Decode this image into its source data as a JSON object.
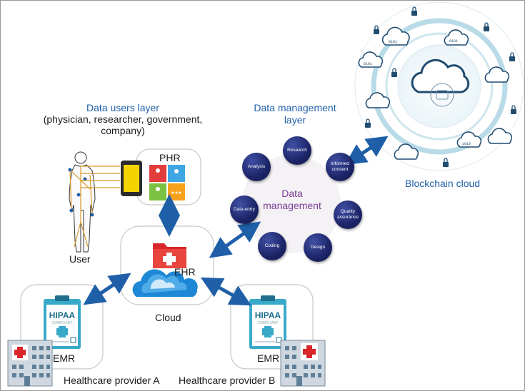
{
  "users_layer": {
    "title": "Data users layer",
    "subtitle": "(physician, researcher, government,\ncompany)",
    "user_label": "User"
  },
  "phr": {
    "label": "PHR"
  },
  "cloud_hub": {
    "ehr_label": "EHR",
    "cloud_label": "Cloud"
  },
  "data_management": {
    "layer_title": "Data management\nlayer",
    "center_label": "Data\nmanagement",
    "nodes": [
      {
        "label": "Research"
      },
      {
        "label": "Informed consent"
      },
      {
        "label": "Quality assurance"
      },
      {
        "label": "Design"
      },
      {
        "label": "Coding"
      },
      {
        "label": "Data entry"
      },
      {
        "label": "Analysis"
      }
    ]
  },
  "blockchain": {
    "label": "Blockchain cloud"
  },
  "providers": [
    {
      "name": "Healthcare provider A",
      "emr_label": "EMR",
      "badge_title": "HIPAA",
      "badge_subtitle": "COMPLIANT"
    },
    {
      "name": "Healthcare provider B",
      "emr_label": "EMR",
      "badge_title": "HIPAA",
      "badge_subtitle": "COMPLIANT"
    }
  ],
  "colors": {
    "arrow": "#1f5fa8",
    "node": "#1c2467",
    "ehr_folder": "#d9262b",
    "hospital_cross": "#d9262b",
    "cloud": "#1e88d6",
    "blockchain_ring": "#b9dbe8",
    "blockchain_icon": "#214c70"
  }
}
